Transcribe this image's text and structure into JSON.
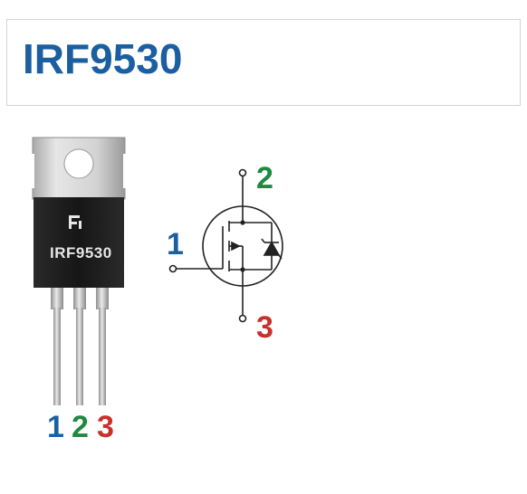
{
  "title": "IRF9530",
  "package": {
    "marking": "IRF9530",
    "logo": "F",
    "pin_labels": [
      {
        "text": "1",
        "color": "#1b5fa0"
      },
      {
        "text": "2",
        "color": "#1e8a3f"
      },
      {
        "text": "3",
        "color": "#c9302c"
      }
    ]
  },
  "symbol": {
    "gate_label": "1",
    "drain_label": "2",
    "source_label": "3"
  },
  "colors": {
    "title": "#1b5fa0",
    "pin1": "#1b5fa0",
    "pin2": "#1e8a3f",
    "pin3": "#c9302c",
    "tab_metal": "#d9d9d9",
    "body": "#1a1a1a",
    "leads": "#bfbfbf"
  }
}
